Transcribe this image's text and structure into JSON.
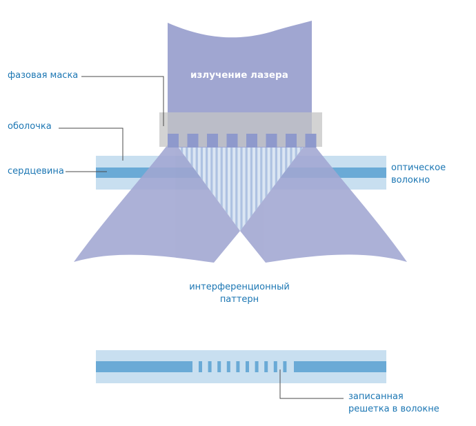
{
  "labels": {
    "laser_radiation": "излучение лазера",
    "phase_mask": "фазовая маска",
    "cladding": "оболочка",
    "core": "сердцевина",
    "optical_fiber_line1": "оптическое",
    "optical_fiber_line2": "волокно",
    "interference_pattern_line1": "интерференционный",
    "interference_pattern_line2": "паттерн",
    "written_grating_line1": "записанная",
    "written_grating_line2": "решетка в волокне"
  },
  "colors": {
    "laser_beam": "#a0a6d1",
    "phase_mask": "#c4c4c4",
    "mask_teeth": "#8e99cc",
    "cladding": "#c8dff0",
    "core": "#6aaad6",
    "fringes": "#dbe6f3",
    "leader_line": "#4a4a4a",
    "label_text": "#1b76b3"
  }
}
